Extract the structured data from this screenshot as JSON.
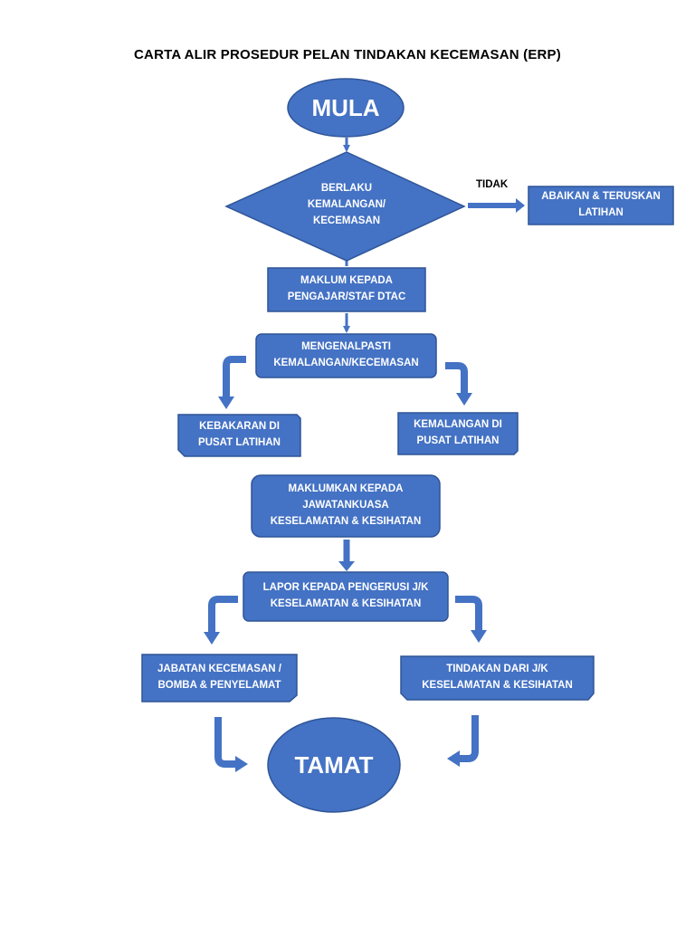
{
  "title": "CARTA ALIR PROSEDUR PELAN TINDAKAN KECEMASAN (ERP)",
  "colors": {
    "fill": "#4472C4",
    "border": "#2F5597",
    "arrow": "#4472C4",
    "text": "#FFFFFF"
  },
  "nodes": {
    "start": "MULA",
    "decision": "BERLAKU\nKEMALANGAN/\nKECEMASAN",
    "ignore": "ABAIKAN & TERUSKAN\nLATIHAN",
    "notify_staff": "MAKLUM KEPADA\nPENGAJAR/STAF DTAC",
    "identify": "MENGENALPASTI\nKEMALANGAN/KECEMASAN",
    "fire": "KEBAKARAN DI\nPUSAT LATIHAN",
    "accident": "KEMALANGAN DI\nPUSAT LATIHAN",
    "inform_committee": "MAKLUMKAN KEPADA\nJAWATANKUASA\nKESELAMATAN & KESIHATAN",
    "report_chair": "LAPOR KEPADA PENGERUSI J/K\nKESELAMATAN & KESIHATAN",
    "emergency_dept": "JABATAN KECEMASAN /\nBOMBA & PENYELAMAT",
    "committee_action": "TINDAKAN DARI J/K\nKESELAMATAN & KESIHATAN",
    "end": "TAMAT"
  },
  "edge_labels": {
    "no": "TIDAK"
  }
}
